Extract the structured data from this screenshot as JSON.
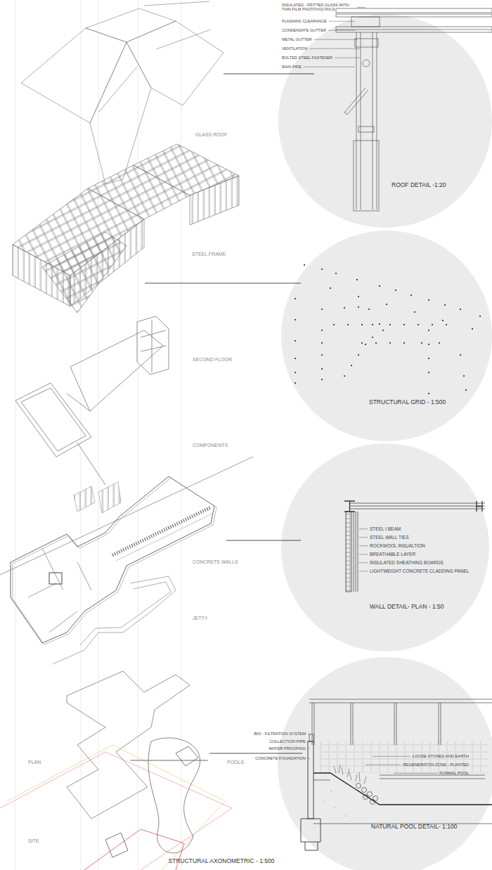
{
  "diagram": {
    "title": "STRUCTURAL AXONOMETRIC - 1:500",
    "nodes": [
      {
        "text": [
          "ROOF DETAIL -1:20"
        ]
      },
      {
        "text": [
          "STRUCTURAL GRID - 1:500"
        ]
      },
      {
        "text": [
          "WALL DETAIL- PLAN - 1:50"
        ]
      },
      {
        "text": [
          "NATURAL POOL DETAIL- 1:100"
        ]
      }
    ],
    "labels": [
      "INSULATED - FRITTED GLASS WITH THIN FILM PHOTOVOLTAICS",
      "FLASHING CLEARANCE",
      "CONDENSATE GUTTER",
      "METAL GUTTER",
      "VENTILATION",
      "BOLTED STEEL FASTENER",
      "RAIN PIPE",
      "GLASS ROOF",
      "STEEL FRAME",
      "SECOND FLOOR",
      "COMPONENTS",
      "STEEL I BEAM",
      "STEEL WALL TIES",
      "ROCKWOOL INSUALTION",
      "BREATHABLE LAYER",
      "INSULATED SHEATHING BOARDS",
      "LIGHTWEIGHT CONCRETE CLADDING PANEL",
      "CONCRETE WALLS",
      "JETTY",
      "BIO - FILTRATION SYSTEM",
      "COLLECTION PIPE",
      "WATER PROOFING",
      "CONCRETE FOUNDATION",
      "LOOSE STONES AND EARTH",
      "REGENERATON ZONE - PLANTED",
      "FORMAL POOL",
      "PLAN",
      "POOLS",
      "SITE"
    ]
  }
}
